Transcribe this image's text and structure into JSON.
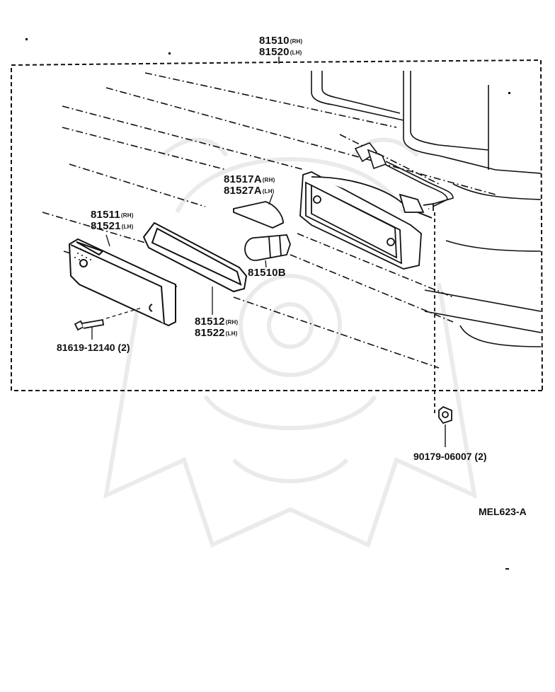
{
  "diagram": {
    "assembly": {
      "main": "81510",
      "main_suffix": "(RH)",
      "alt": "81520",
      "alt_suffix": "(LH)"
    },
    "parts": [
      {
        "id": "lens-rh",
        "number": "81511",
        "suffix": "(RH)"
      },
      {
        "id": "lens-lh",
        "number": "81521",
        "suffix": "(LH)"
      },
      {
        "id": "gasket-rh",
        "number": "81512",
        "suffix": "(RH)"
      },
      {
        "id": "gasket-lh",
        "number": "81522",
        "suffix": "(LH)"
      },
      {
        "id": "shade-rh",
        "number": "81517A",
        "suffix": "(RH)"
      },
      {
        "id": "shade-lh",
        "number": "81527A",
        "suffix": "(LH)"
      },
      {
        "id": "bulb",
        "number": "81510B",
        "suffix": ""
      },
      {
        "id": "screw",
        "number": "81619-12140 (2)",
        "suffix": ""
      },
      {
        "id": "nut",
        "number": "90179-06007 (2)",
        "suffix": ""
      }
    ],
    "diagram_code": "MEL623-A"
  }
}
